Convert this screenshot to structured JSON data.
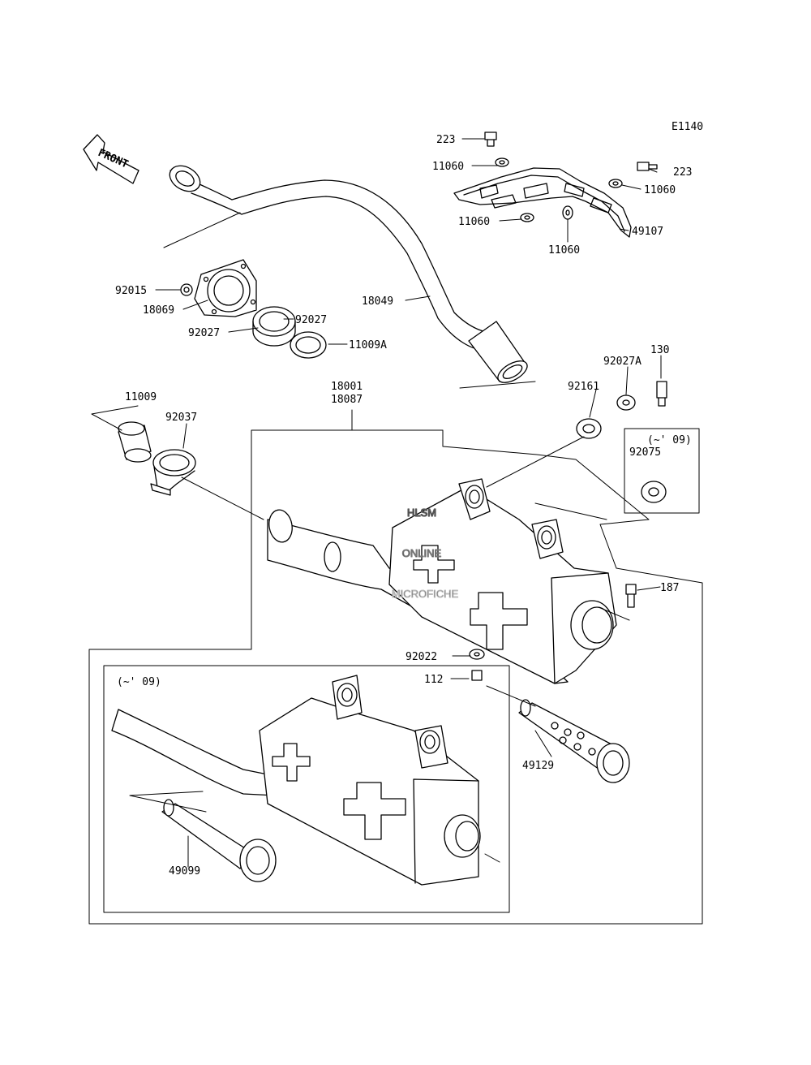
{
  "diagram_code": "E1140",
  "front_label": "FRONT",
  "variant_label": "(~' 09)",
  "watermark": {
    "line1": "HLSM",
    "line2": "ONLINE",
    "line3": "MICROFICHE"
  },
  "parts": {
    "p223a": "223",
    "p223b": "223",
    "p11060a": "11060",
    "p11060b": "11060",
    "p11060c": "11060",
    "p11060d": "11060",
    "p49107": "49107",
    "p92015": "92015",
    "p18069": "18069",
    "p92027a": "92027",
    "p92027b": "92027",
    "p11009a": "11009A",
    "p18049": "18049",
    "p130": "130",
    "p92027A": "92027A",
    "p92161": "92161",
    "p18001": "18001",
    "p18087": "18087",
    "p11009": "11009",
    "p92037": "92037",
    "p92075": "92075",
    "p187": "187",
    "p92022": "92022",
    "p112": "112",
    "p49129": "49129",
    "p49099": "49099"
  }
}
